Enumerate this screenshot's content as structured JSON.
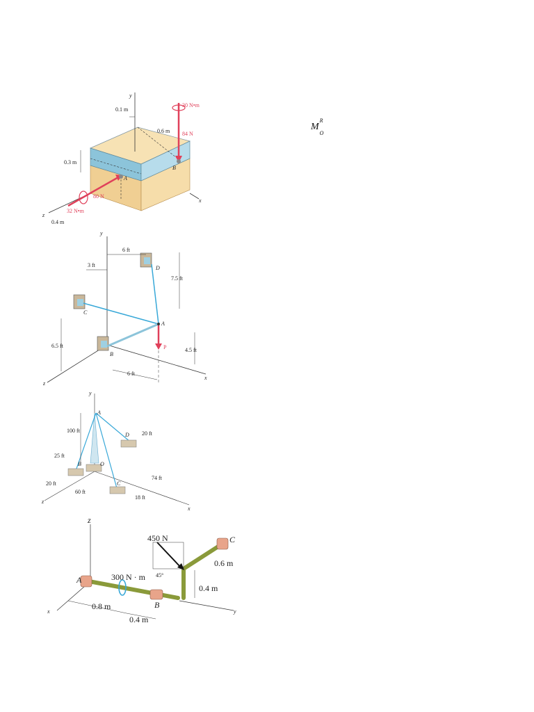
{
  "side_note": {
    "symbol": "M",
    "superscript": "R",
    "subscript": "O"
  },
  "figure1": {
    "axis_y": "y",
    "axis_x": "x",
    "axis_z": "z",
    "dim_01": "0.1 m",
    "dim_06": "0.6 m",
    "dim_03": "0.3 m",
    "dim_04": "0.4 m",
    "moment_top": "30 N•m",
    "force_top": "84 N",
    "force_front": "80 N",
    "moment_front": "32 N•m",
    "point_a": "A",
    "point_b": "B",
    "colors": {
      "force": "#e0405a",
      "plate": "#9ccfe0",
      "wood": "#f3d9a6"
    }
  },
  "figure2": {
    "axis_y": "y",
    "axis_x": "x",
    "axis_z": "z",
    "dim_6ft_top": "6 ft",
    "dim_3ft": "3 ft",
    "dim_75ft": "7.5 ft",
    "dim_65ft": "6.5 ft",
    "dim_45ft": "4.5 ft",
    "dim_6ft_bottom": "6 ft",
    "point_a": "A",
    "point_b": "B",
    "point_c": "C",
    "point_d": "D",
    "force_p": "P",
    "colors": {
      "cable": "#38a8d8",
      "force": "#e0405a"
    }
  },
  "figure3": {
    "axis_y": "y",
    "axis_x": "x",
    "axis_z": "z",
    "dim_100ft": "100 ft",
    "dim_20ft_d": "20 ft",
    "dim_25ft": "25 ft",
    "dim_20ft_b": "20 ft",
    "dim_60ft": "60 ft",
    "dim_74ft": "74 ft",
    "dim_18ft": "18 ft",
    "point_a": "A",
    "point_b": "B",
    "point_c": "C",
    "point_d": "D",
    "point_o": "O"
  },
  "figure4": {
    "axis_z": "z",
    "axis_x": "x",
    "axis_y": "y",
    "force": "450 N",
    "angle": "45°",
    "moment": "300 N · m",
    "dim_06": "0.6 m",
    "dim_04_right": "0.4 m",
    "dim_08": "0.8 m",
    "dim_04_bottom": "0.4 m",
    "point_a": "A",
    "point_b": "B",
    "point_c": "C",
    "colors": {
      "pipe": "#8a9a3a",
      "support": "#e8a48a",
      "moment": "#38a8d8"
    }
  }
}
